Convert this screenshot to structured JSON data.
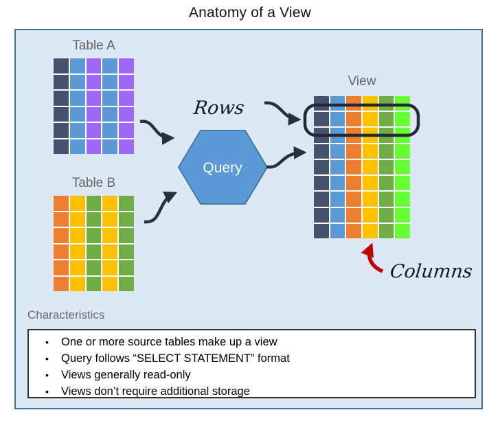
{
  "title": "Anatomy of a View",
  "diagram": {
    "table_a": {
      "label": "Table A",
      "rows": 6,
      "columns": [
        "dark",
        "blue",
        "purple",
        "blue",
        "purple"
      ]
    },
    "table_b": {
      "label": "Table B",
      "rows": 6,
      "columns": [
        "orange",
        "yellow",
        "green",
        "yellow",
        "green"
      ]
    },
    "view": {
      "label": "View",
      "rows": 9,
      "columns": [
        "dark",
        "blue",
        "orange",
        "yellow",
        "green",
        "bright_green"
      ]
    },
    "query": {
      "label": "Query"
    },
    "annotations": {
      "rows_label": "Rows",
      "columns_label": "Columns"
    },
    "colors": {
      "dark": "#45526B",
      "blue": "#5B9AD6",
      "purple": "#9C67F5",
      "orange": "#ED7D31",
      "yellow": "#FFC000",
      "green": "#70AD47",
      "bright_green": "#66FF33",
      "arrow": "#26303E",
      "red_arrow": "#C00000",
      "hexagon_fill": "#5B9AD6",
      "hexagon_border": "#41719C",
      "row_outline": "#222A35"
    }
  },
  "characteristics": {
    "heading": "Characteristics",
    "bullets": [
      "One or more source tables make up a view",
      "Query follows “SELECT STATEMENT” format",
      "Views generally read-only",
      "Views don’t require additional storage"
    ]
  }
}
